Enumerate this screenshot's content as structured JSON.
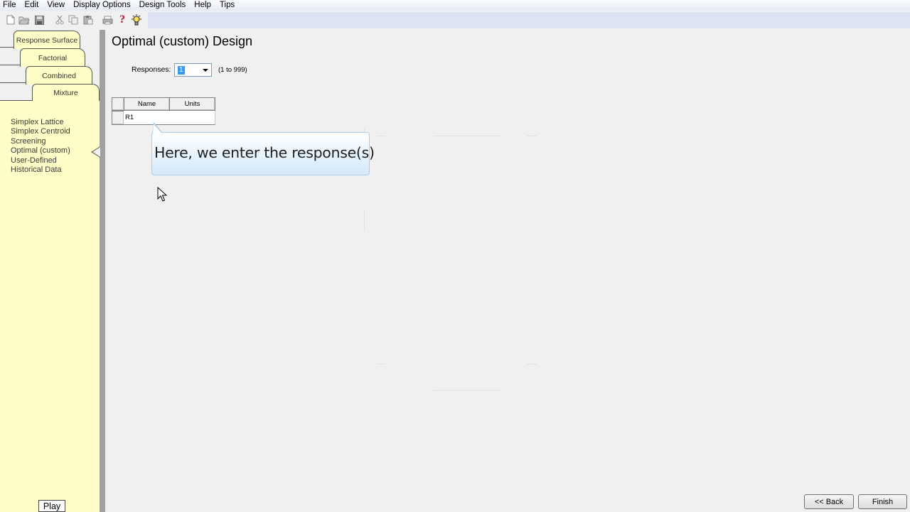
{
  "menu": [
    "File",
    "Edit",
    "View",
    "Display Options",
    "Design Tools",
    "Help",
    "Tips"
  ],
  "toolbar": {
    "icons": [
      "new-file-icon",
      "open-folder-icon",
      "save-icon",
      "cut-icon",
      "copy-icon",
      "paste-icon",
      "print-icon",
      "help-icon",
      "tips-lightbulb-icon"
    ]
  },
  "sidebar": {
    "tabs": [
      "Response Surface",
      "Factorial",
      "Combined",
      "Mixture"
    ],
    "active_tab": "Mixture",
    "items": [
      "Simplex Lattice",
      "Simplex Centroid",
      "Screening",
      "Optimal (custom)",
      "User-Defined",
      "Historical Data"
    ],
    "selected_item": "Optimal (custom)",
    "play_label": "Play"
  },
  "main": {
    "title": "Optimal (custom) Design",
    "responses_label": "Responses:",
    "responses_value": "1",
    "responses_range": "(1 to 999)",
    "grid": {
      "columns": [
        "Name",
        "Units"
      ],
      "rows": [
        {
          "name": "R1",
          "units": ""
        }
      ]
    }
  },
  "callout": {
    "text": "Here, we enter the response(s)"
  },
  "footer": {
    "back_label": "<< Back",
    "finish_label": "Finish"
  },
  "colors": {
    "sidebar_bg": "#fefec6",
    "callout_border": "#a6cfee",
    "selection": "#3399ff",
    "toolbar_band": "#dde3f2"
  }
}
